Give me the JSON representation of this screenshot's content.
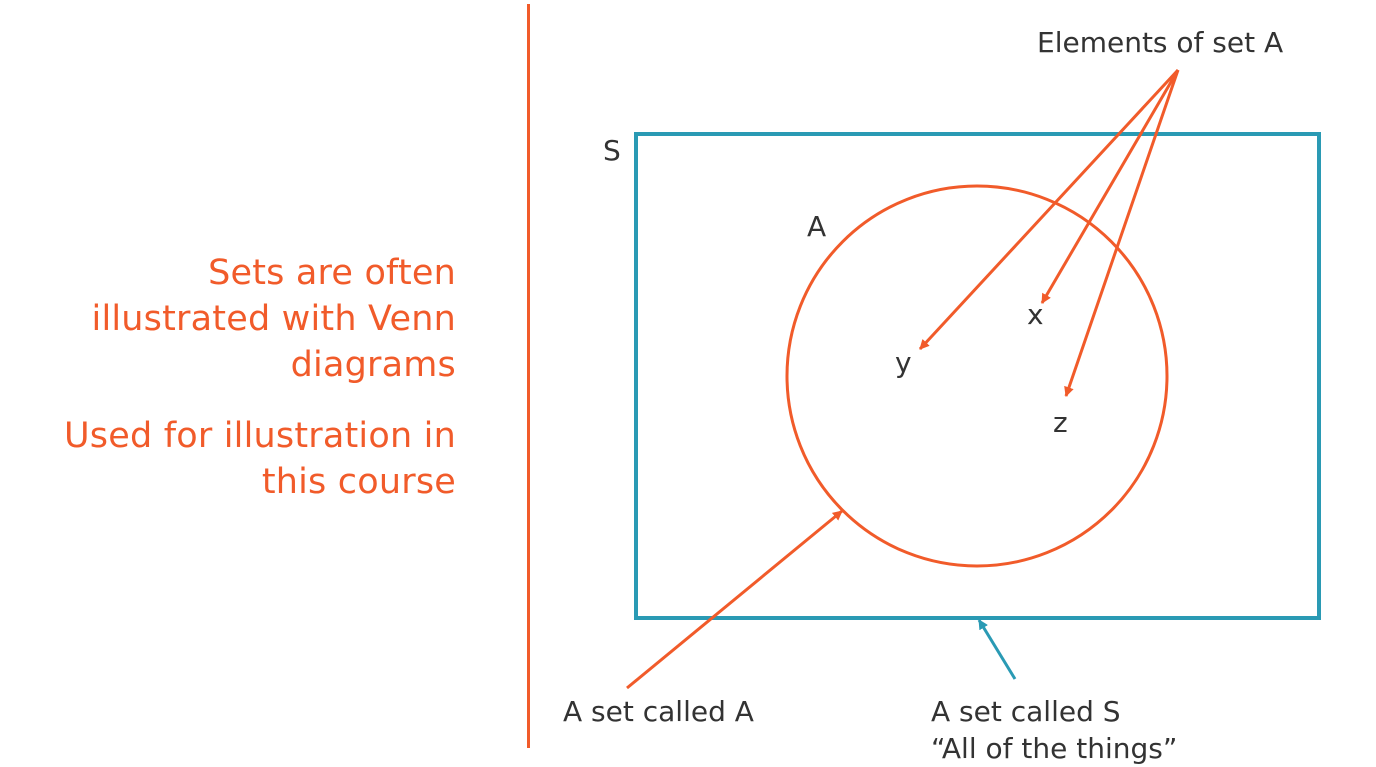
{
  "slide": {
    "left_points": [
      "Sets are often illustrated with Venn diagrams",
      "Used for illustration in this course"
    ]
  },
  "diagram": {
    "set_s_label": "S",
    "set_a_label": "A",
    "elements": [
      "x",
      "y",
      "z"
    ],
    "elements_label": "Elements of set A",
    "set_a_caption": "A set called A",
    "set_s_caption_line1": "A set called S",
    "set_s_caption_line2": "“All of the things”"
  },
  "colors": {
    "accent_orange": "#F15B2A",
    "teal": "#2A9AB4",
    "text_dark": "#333333"
  }
}
